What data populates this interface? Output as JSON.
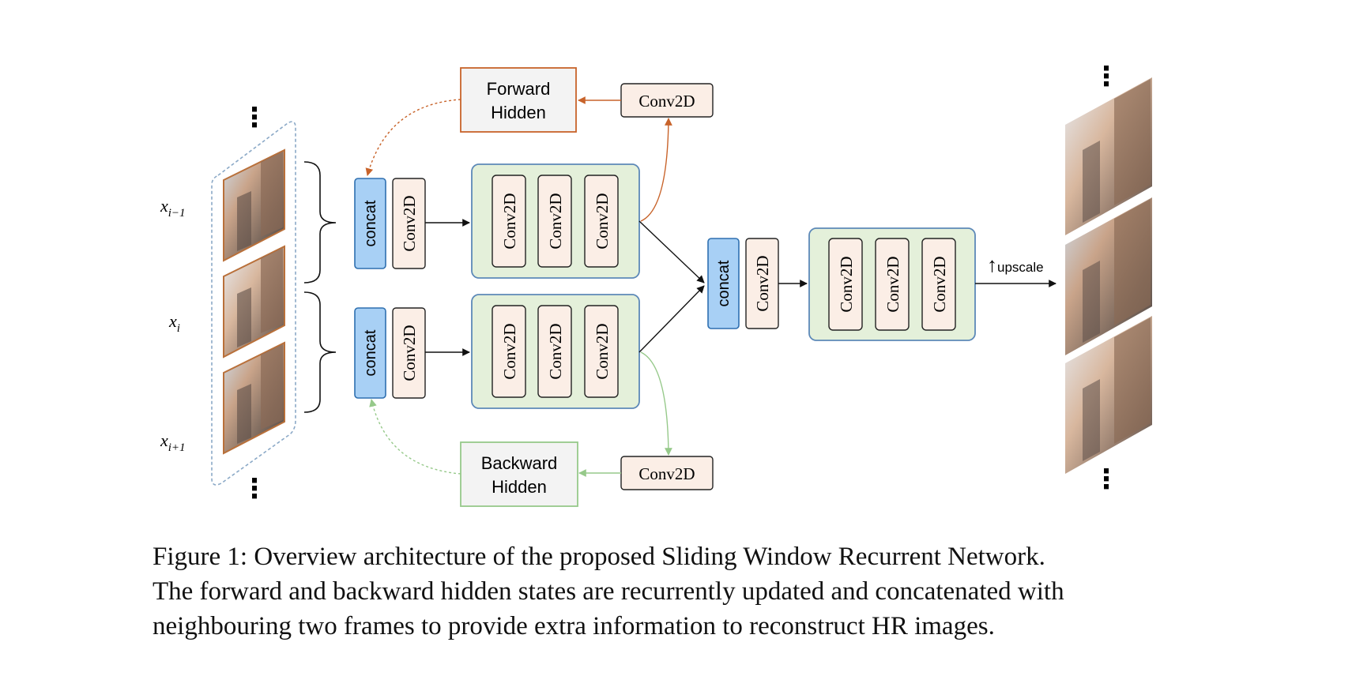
{
  "diagram": {
    "frames": {
      "labels": [
        "x",
        "x",
        "x"
      ],
      "subscripts": [
        "i−1",
        "i",
        "i+1"
      ],
      "ellipsis": "⋮"
    },
    "forward_hidden": {
      "line1": "Forward",
      "line2": "Hidden"
    },
    "backward_hidden": {
      "line1": "Backward",
      "line2": "Hidden"
    },
    "conv_label": "Conv2D",
    "concat_label": "concat",
    "upscale": {
      "arrow": "↑",
      "label": "upscale"
    },
    "colors": {
      "concat_fill": "#a8d0f5",
      "concat_stroke": "#2e6fb0",
      "conv_fill": "#fbeee6",
      "block_fill": "#e4f0da",
      "block_stroke": "#5d89b8",
      "forward": "#c8632a",
      "backward": "#96c98a",
      "frame_border": "#b9703a"
    }
  },
  "caption": {
    "line1": "Figure 1: Overview architecture of the proposed Sliding Window Recurrent Network.",
    "line2": "The forward and backward hidden states are recurrently updated and concatenated with",
    "line3": "neighbouring two frames to provide extra information to reconstruct HR images."
  }
}
